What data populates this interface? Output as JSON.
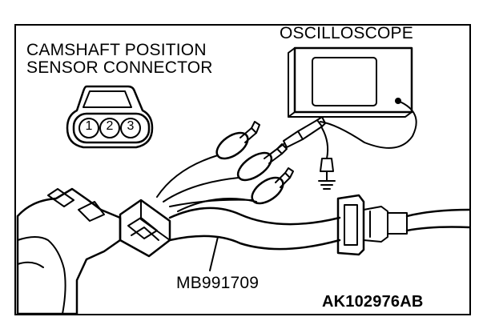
{
  "labels": {
    "connector_line1": "CAMSHAFT POSITION",
    "connector_line2": "SENSOR CONNECTOR",
    "oscilloscope": "OSCILLOSCOPE",
    "tool": "MB991709",
    "code": "AK102976AB"
  },
  "pins": [
    "1",
    "2",
    "3"
  ],
  "colors": {
    "ink": "#000000",
    "paper": "#ffffff"
  }
}
